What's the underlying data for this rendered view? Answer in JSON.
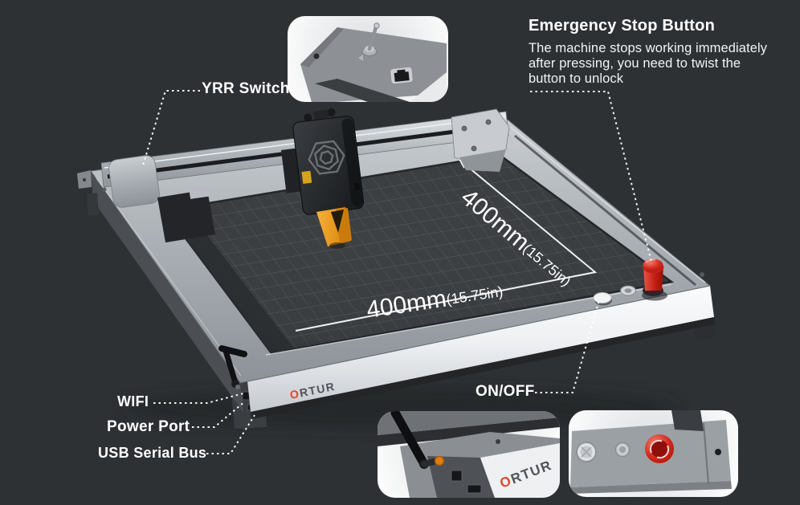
{
  "page": {
    "background": "#2e3134"
  },
  "callouts": {
    "yrr_switch": {
      "label": "YRR Switch"
    },
    "emergency_stop": {
      "title": "Emergency Stop Button",
      "desc_lines": [
        "The machine stops working immediately",
        "after pressing, you need to twist the",
        "button to unlock"
      ]
    },
    "wifi": {
      "label": "WIFI"
    },
    "power_port": {
      "label": "Power Port"
    },
    "usb_serial_bus": {
      "label": "USB Serial Bus"
    },
    "on_off": {
      "label": "ON/OFF"
    }
  },
  "dimensions": {
    "depth": {
      "value": "400mm",
      "inches": "(15.75in)"
    },
    "width": {
      "value": "400mm",
      "inches": "(15.75in)"
    }
  },
  "brand": {
    "first_letter": "O",
    "rest": "RTUR"
  },
  "colors": {
    "background": "#2e3134",
    "label_text": "#ffffff",
    "emergency_red": "#d2281c",
    "nozzle_orange": "#ec9a1d",
    "brand_red": "#e0472e",
    "frame_silver": "#aab0b5",
    "bed_dark": "#3d4144"
  }
}
